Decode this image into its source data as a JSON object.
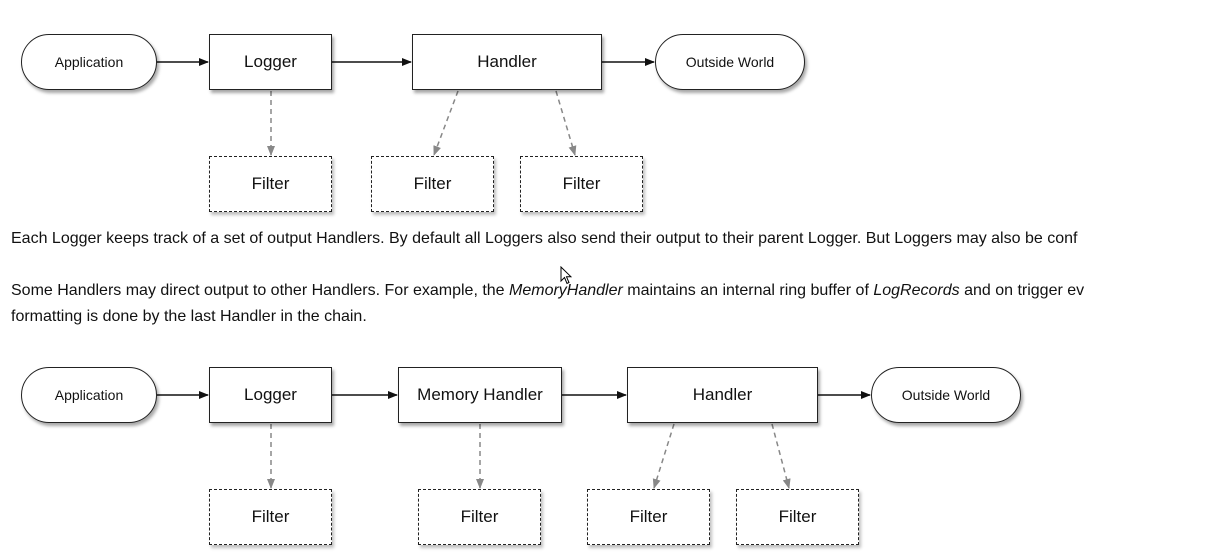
{
  "diagram1": {
    "application": "Application",
    "logger": "Logger",
    "handler": "Handler",
    "outside_world": "Outside World",
    "filter_logger": "Filter",
    "filter_handler_a": "Filter",
    "filter_handler_b": "Filter"
  },
  "paragraph1": {
    "text": "Each Logger keeps track of a set of output Handlers. By default all Loggers also send their output to their parent Logger. But Loggers may also be conf"
  },
  "paragraph2": {
    "part1": "Some Handlers may direct output to other Handlers. For example, the ",
    "memory_handler": "MemoryHandler",
    "part2": " maintains an internal ring buffer of ",
    "log_records": "LogRecords",
    "part3": " and on trigger ev",
    "line2": "formatting is done by the last Handler in the chain."
  },
  "diagram2": {
    "application": "Application",
    "logger": "Logger",
    "memory_handler": "Memory Handler",
    "handler": "Handler",
    "outside_world": "Outside World",
    "filter_logger": "Filter",
    "filter_memory": "Filter",
    "filter_handler_a": "Filter",
    "filter_handler_b": "Filter"
  },
  "icons": {
    "cursor": "mouse-pointer-icon"
  }
}
